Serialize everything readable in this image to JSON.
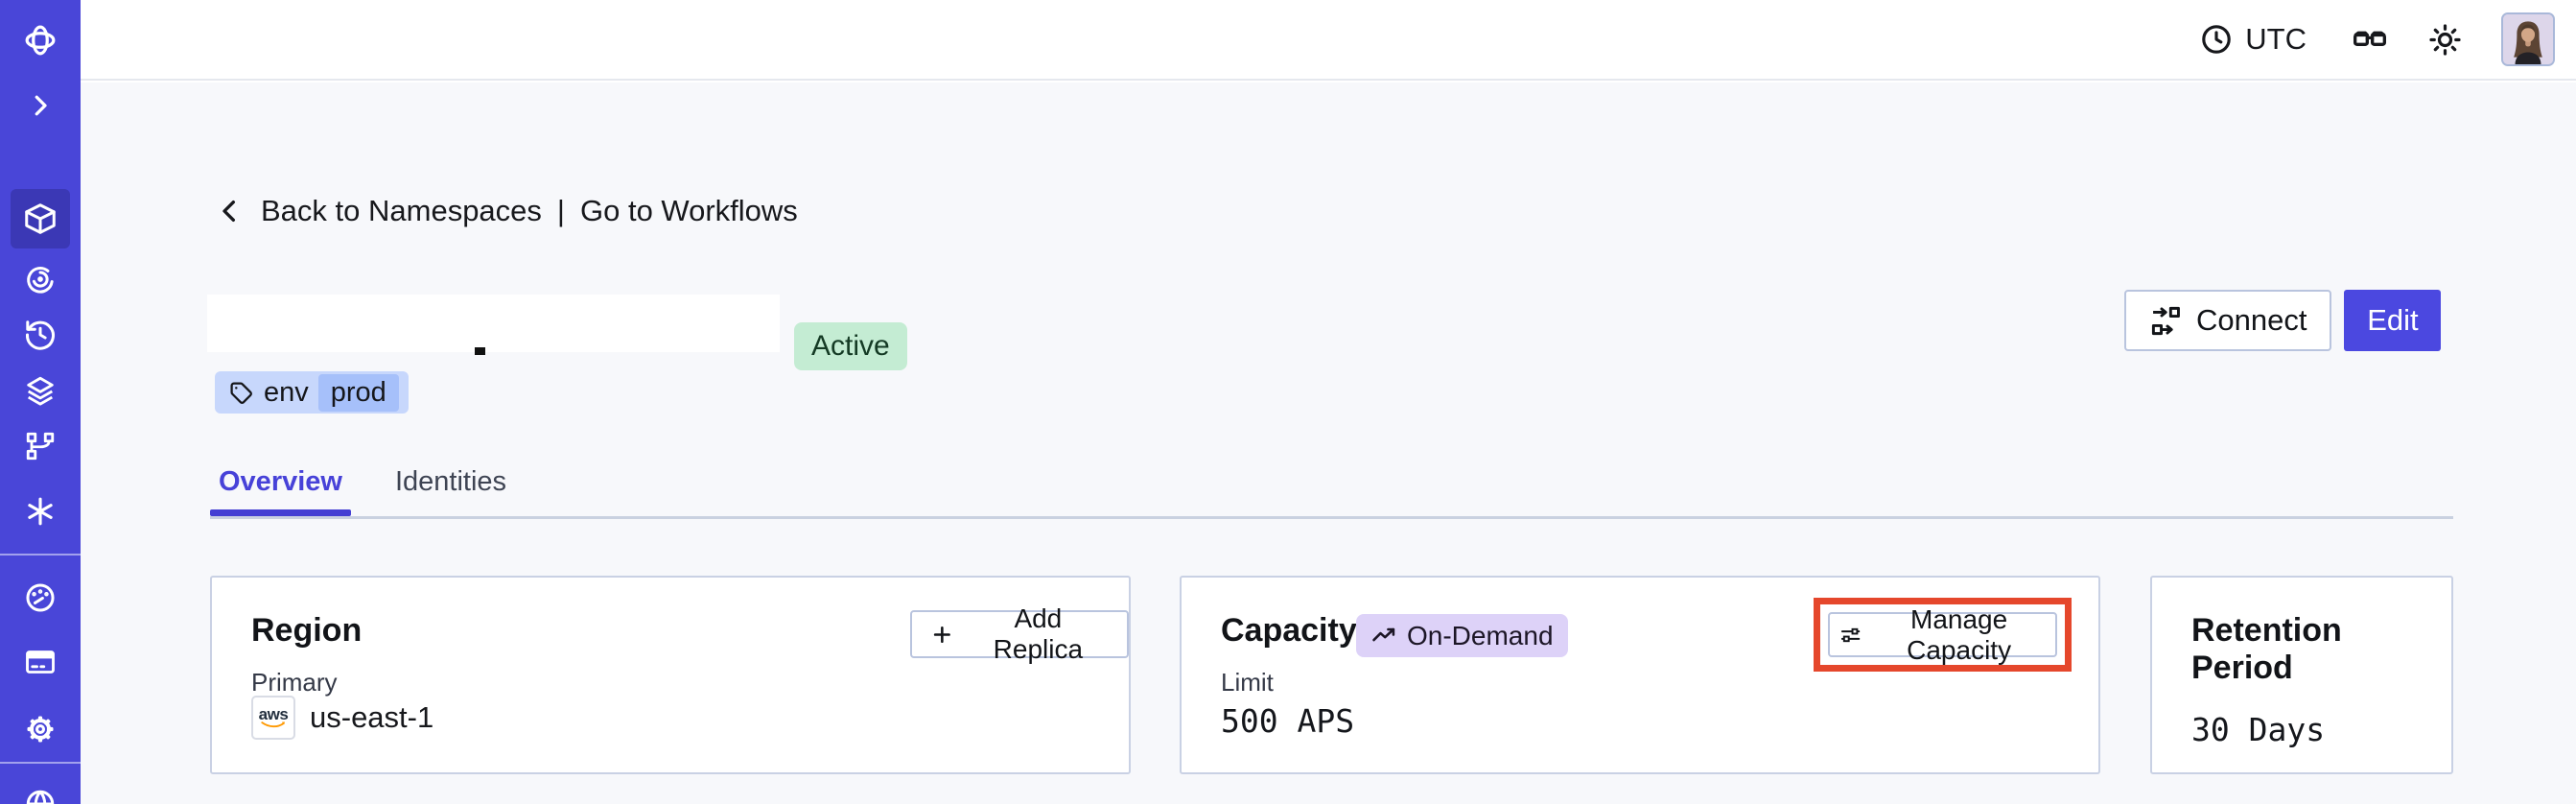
{
  "header": {
    "timezone_label": "UTC"
  },
  "breadcrumb": {
    "back_label": "Back to Namespaces",
    "separator": "|",
    "workflows_label": "Go to Workflows"
  },
  "namespace": {
    "status_badge": "Active",
    "tag_key": "env",
    "tag_value": "prod"
  },
  "page_actions": {
    "connect_label": "Connect",
    "edit_label": "Edit"
  },
  "tabs": {
    "overview": "Overview",
    "identities": "Identities"
  },
  "cards": {
    "region": {
      "title": "Region",
      "action_label": "Add Replica",
      "field_label": "Primary",
      "provider": "aws",
      "value": "us-east-1"
    },
    "capacity": {
      "title": "Capacity",
      "badge_label": "On-Demand",
      "action_label": "Manage Capacity",
      "field_label": "Limit",
      "value": "500 APS"
    },
    "retention": {
      "title": "Retention Period",
      "value": "30 Days"
    }
  },
  "sidebar": {
    "items": [
      "temporal-logo",
      "expand",
      "namespaces",
      "nexus",
      "schedules",
      "layers",
      "deployments",
      "asterisk",
      "usage",
      "billing",
      "settings",
      "globe"
    ]
  },
  "colors": {
    "sidebar_bg": "#4946d8",
    "sidebar_active_bg": "#3b38b5",
    "accent_indigo": "#4b48e0",
    "tab_active": "#4742d8",
    "tab_indicator": "#443fd3",
    "active_badge_bg": "#c4ecd3",
    "active_badge_text": "#143a24",
    "ondemand_badge_bg": "#ddd2f8",
    "tag_bg": "#c7d7fc",
    "tag_inner_bg": "#a6c0fa",
    "annotation_red": "#e5472c",
    "aws_orange": "#ff9900"
  }
}
